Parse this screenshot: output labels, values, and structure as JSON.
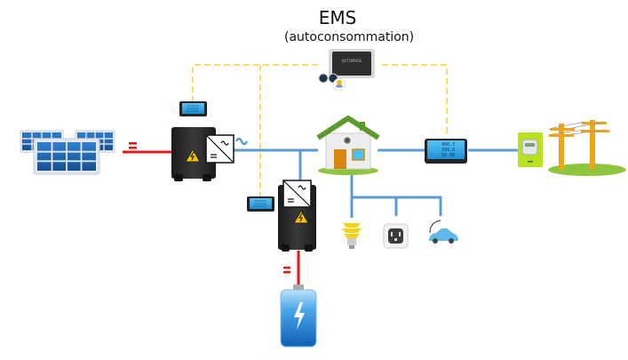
{
  "title": "EMS",
  "subtitle": "(autoconsommation)",
  "labels": {
    "dc_symbol": "=",
    "ac_symbol": "~",
    "ems_chip_text": "AUTOPRISE",
    "grid_meter_readings": [
      "400.3",
      "399.6",
      "50.00"
    ]
  },
  "components": [
    {
      "id": "solar-panels",
      "label": "Solar panels"
    },
    {
      "id": "pv-inverter",
      "label": "PV inverter"
    },
    {
      "id": "battery-inverter",
      "label": "Battery inverter"
    },
    {
      "id": "battery",
      "label": "Battery"
    },
    {
      "id": "house",
      "label": "House"
    },
    {
      "id": "grid-meter",
      "label": "Grid meter"
    },
    {
      "id": "utility-meter",
      "label": "Utility meter"
    },
    {
      "id": "power-lines",
      "label": "Power lines"
    },
    {
      "id": "ems-controller",
      "label": "EMS controller"
    },
    {
      "id": "light-bulb",
      "label": "Lighting load"
    },
    {
      "id": "wall-outlet",
      "label": "Outlet load"
    },
    {
      "id": "electric-car",
      "label": "EV load"
    }
  ],
  "colors": {
    "dc_line": "#e8141b",
    "ac_line": "#5b9bd5",
    "comm_line": "#ffd966",
    "inverter_body": "#2a2a2a"
  }
}
